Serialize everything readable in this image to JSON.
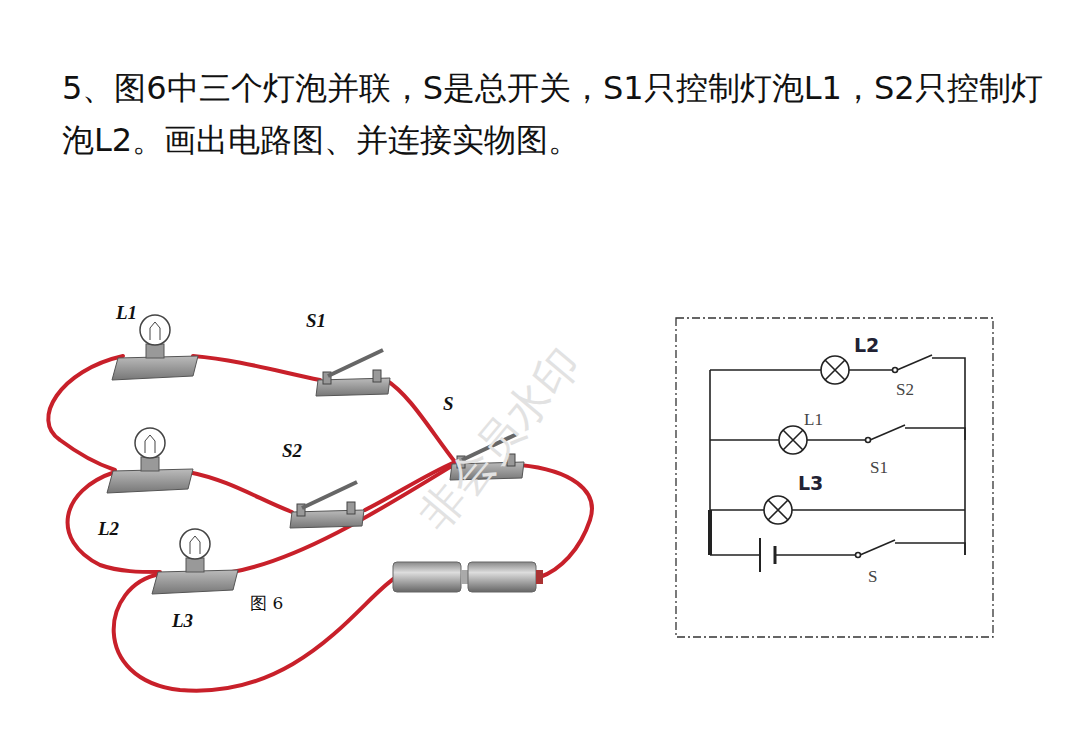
{
  "diagram": {
    "title": "5、图6中三个灯泡并联，S是总开关，S1只控制灯泡L1，S2只控制灯泡L2。画出电路图、并连接实物图。",
    "labels": [
      "非会员水印",
      "L1",
      "S1",
      "S",
      "S2",
      "L2",
      "L3",
      "图 6",
      "L2",
      "S2",
      "L1",
      "S1",
      "L3",
      "S"
    ]
  }
}
